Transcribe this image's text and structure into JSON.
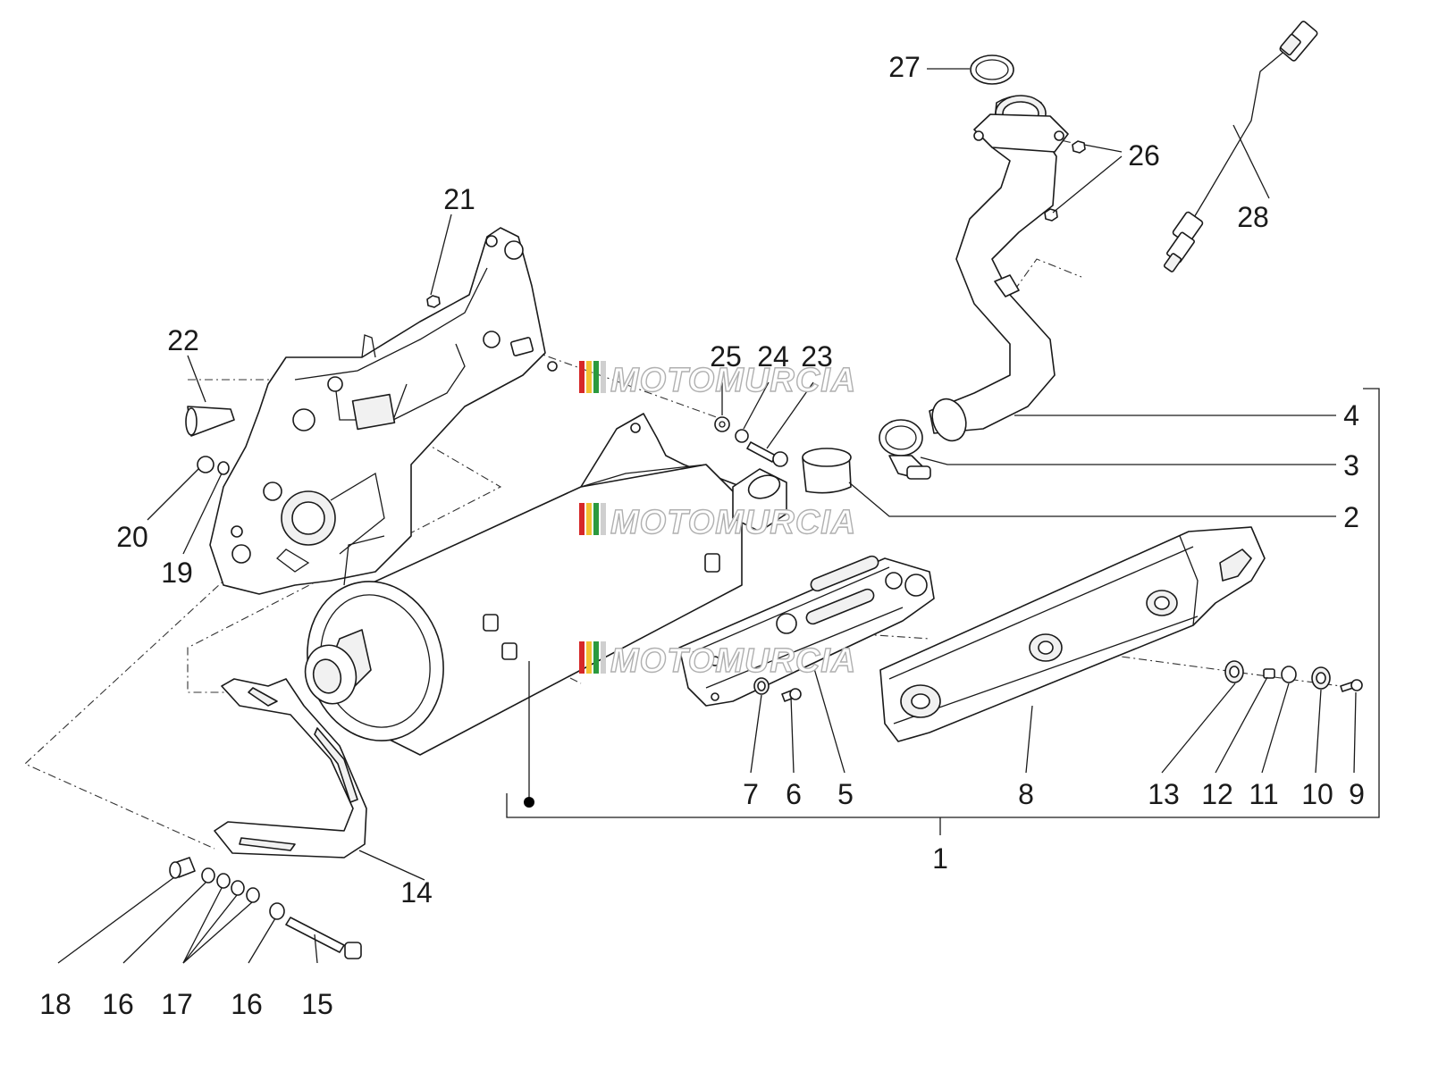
{
  "watermark": {
    "text": "MOTOMURCIA",
    "stripe_colors": [
      "#d62828",
      "#f2c230",
      "#2b9a3e",
      "#cfcfcf"
    ]
  },
  "callouts": {
    "c1": "1",
    "c2": "2",
    "c3": "3",
    "c4": "4",
    "c5": "5",
    "c6": "6",
    "c7": "7",
    "c8": "8",
    "c9": "9",
    "c10": "10",
    "c11": "11",
    "c12": "12",
    "c13": "13",
    "c14": "14",
    "c15": "15",
    "c16a": "16",
    "c16b": "16",
    "c17": "17",
    "c18": "18",
    "c19": "19",
    "c20": "20",
    "c21": "21",
    "c22": "22",
    "c23": "23",
    "c24": "24",
    "c25": "25",
    "c26": "26",
    "c27": "27",
    "c28": "28"
  }
}
